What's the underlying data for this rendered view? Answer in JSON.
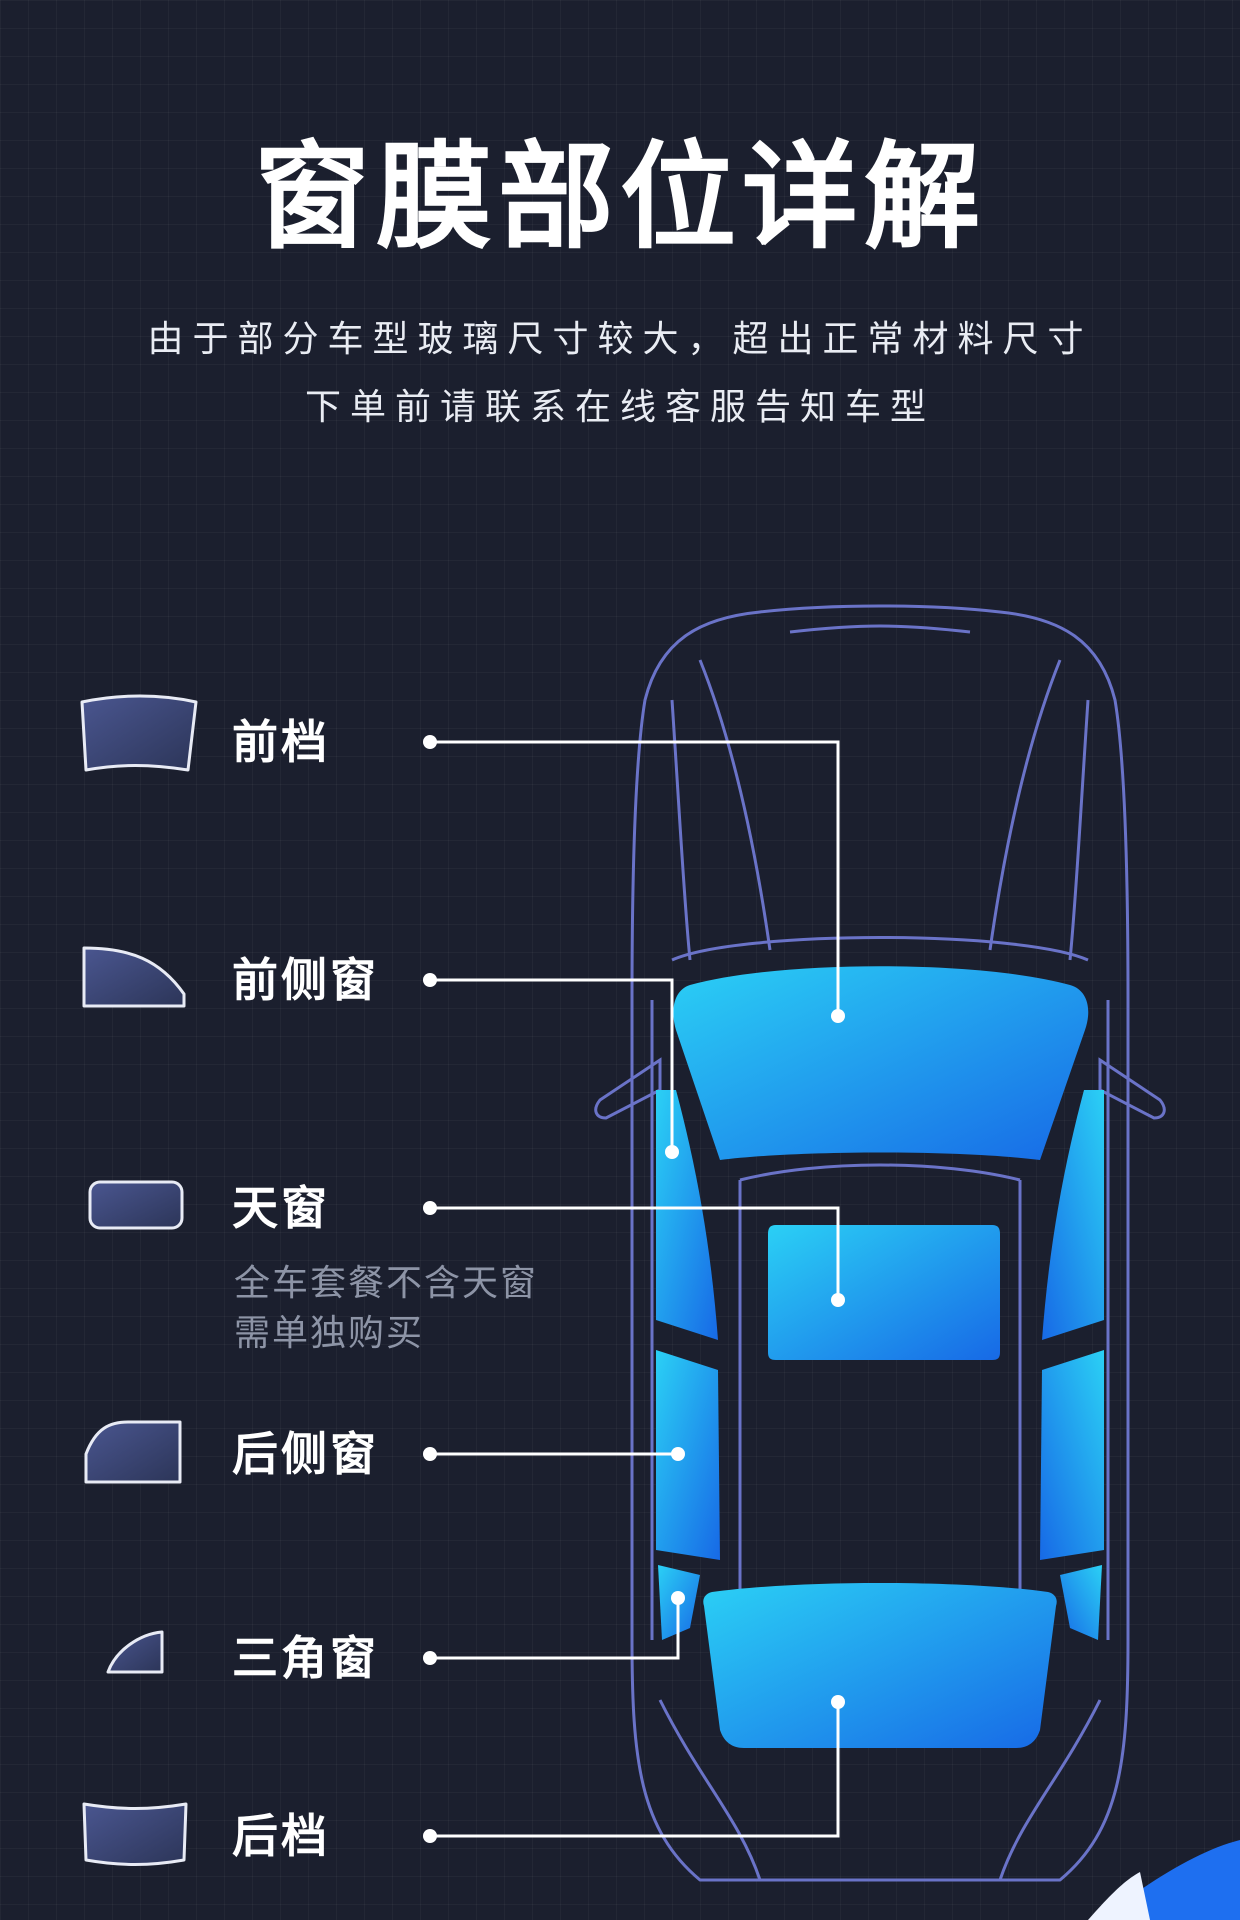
{
  "page": {
    "title": "窗膜部位详解",
    "subtitle_line1": "由于部分车型玻璃尺寸较大，超出正常材料尺寸",
    "subtitle_line2": "下单前请联系在线客服告知车型"
  },
  "parts": [
    {
      "name": "前档",
      "icon": "front-windshield-icon"
    },
    {
      "name": "前侧窗",
      "icon": "front-side-window-icon"
    },
    {
      "name": "天窗",
      "icon": "sunroof-icon",
      "note_line1": "全车套餐不含天窗",
      "note_line2": "需单独购买"
    },
    {
      "name": "后侧窗",
      "icon": "rear-side-window-icon"
    },
    {
      "name": "三角窗",
      "icon": "quarter-window-icon"
    },
    {
      "name": "后档",
      "icon": "rear-windshield-icon"
    }
  ],
  "colors": {
    "background": "#1b1f2e",
    "glass_light": "#27c6f0",
    "glass_dark": "#1a72e8",
    "car_outline": "#6a73c8",
    "icon_fill": "#3d4878",
    "leader_line": "#ffffff"
  }
}
